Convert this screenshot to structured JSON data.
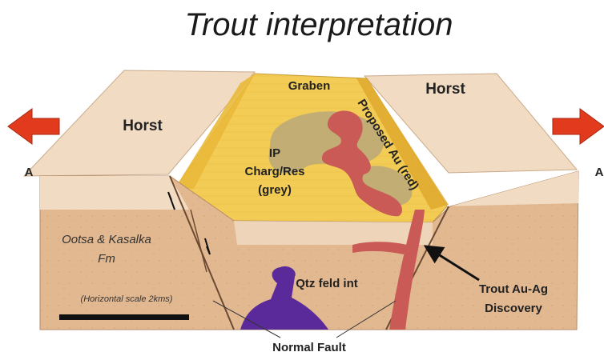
{
  "title": "Trout interpretation",
  "labels": {
    "graben": "Graben",
    "horst_left": "Horst",
    "horst_right": "Horst",
    "section_left": "A",
    "section_right": "A",
    "ip_line1": "IP",
    "ip_line2": "Charg/Res",
    "ip_line3": "(grey)",
    "proposed_au": "Proposed Au (red)",
    "formation_line1": "Ootsa & Kasalka",
    "formation_line2": "Fm",
    "scale_note": "(Horizontal scale 2kms)",
    "intrusion": "Qtz feld int",
    "discovery_line1": "Trout Au-Ag",
    "discovery_line2": "Discovery",
    "normal_fault": "Normal Fault"
  },
  "colors": {
    "extension_arrow": "#e23a1c",
    "graben_fill": "#f3cc55",
    "ip_anomaly": "#b8a87a",
    "gold_zone": "#c95a55",
    "intrusion": "#5b2a9a",
    "horst_top": "#f1dcc3",
    "crust": "#e2b891"
  },
  "icons": [
    "left-arrow-icon",
    "right-arrow-icon",
    "pointer-arrow-icon"
  ]
}
